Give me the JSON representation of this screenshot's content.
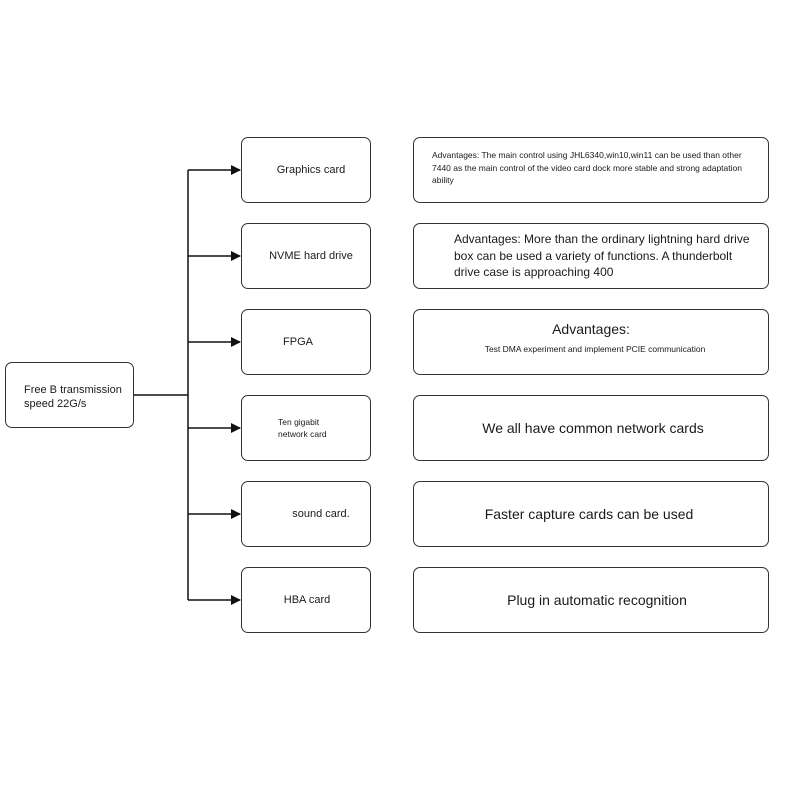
{
  "root": {
    "label_line1": "Free B transmission",
    "label_line2": "speed 22G/s"
  },
  "devices": [
    {
      "label": "Graphics card"
    },
    {
      "label": "NVME hard drive"
    },
    {
      "label": "FPGA"
    },
    {
      "label_line1": "Ten gigabit",
      "label_line2": "network card"
    },
    {
      "label": "sound card."
    },
    {
      "label": "HBA card"
    }
  ],
  "descriptions": [
    {
      "text": "Advantages: The main control using JHL6340,win10,win11 can be used than other 7440 as the main control of the video card dock more stable and strong adaptation ability"
    },
    {
      "text": "Advantages: More than the ordinary lightning hard drive box can be used a variety of functions. A thunderbolt drive case is approaching 400"
    },
    {
      "title": "Advantages:",
      "detail": "Test DMA experiment and implement PCIE communication"
    },
    {
      "text": "We all have common network cards"
    },
    {
      "text": "Faster capture cards can be used"
    },
    {
      "text": "Plug in automatic recognition"
    }
  ]
}
